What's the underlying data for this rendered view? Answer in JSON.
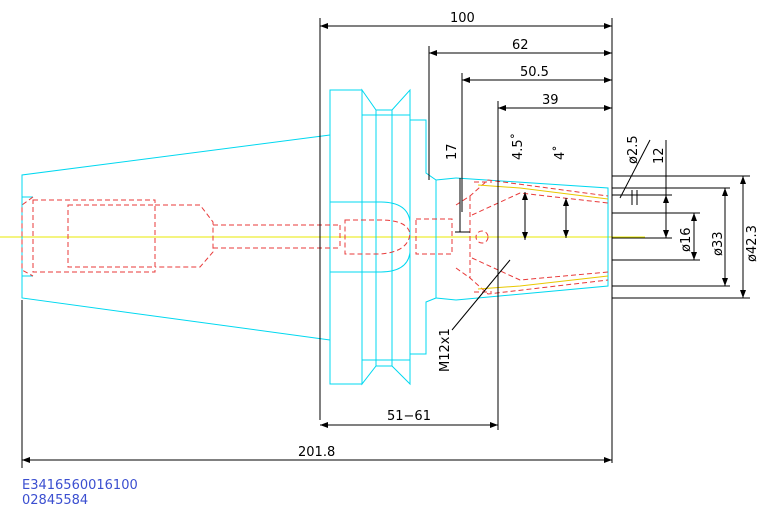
{
  "dimensions": {
    "d100": "100",
    "d62": "62",
    "d50_5": "50.5",
    "d39": "39",
    "d17": "17",
    "angle_4_5": "4.5˚",
    "angle_4": "4˚",
    "dia_2_5": "ø2.5",
    "d12": "12",
    "dia_16": "ø16",
    "dia_33": "ø33",
    "dia_42_3": "ø42.3",
    "thread": "M12x1",
    "d51_61": "51−61",
    "d201_8": "201.8"
  },
  "part_number_line1": "E3416560016100",
  "part_number_line2": "02845584",
  "colors": {
    "body": "#00d8f0",
    "hidden": "#e83a3a",
    "center": "#e8e800",
    "dimension": "#000000",
    "part_text": "#3b4fd0"
  }
}
